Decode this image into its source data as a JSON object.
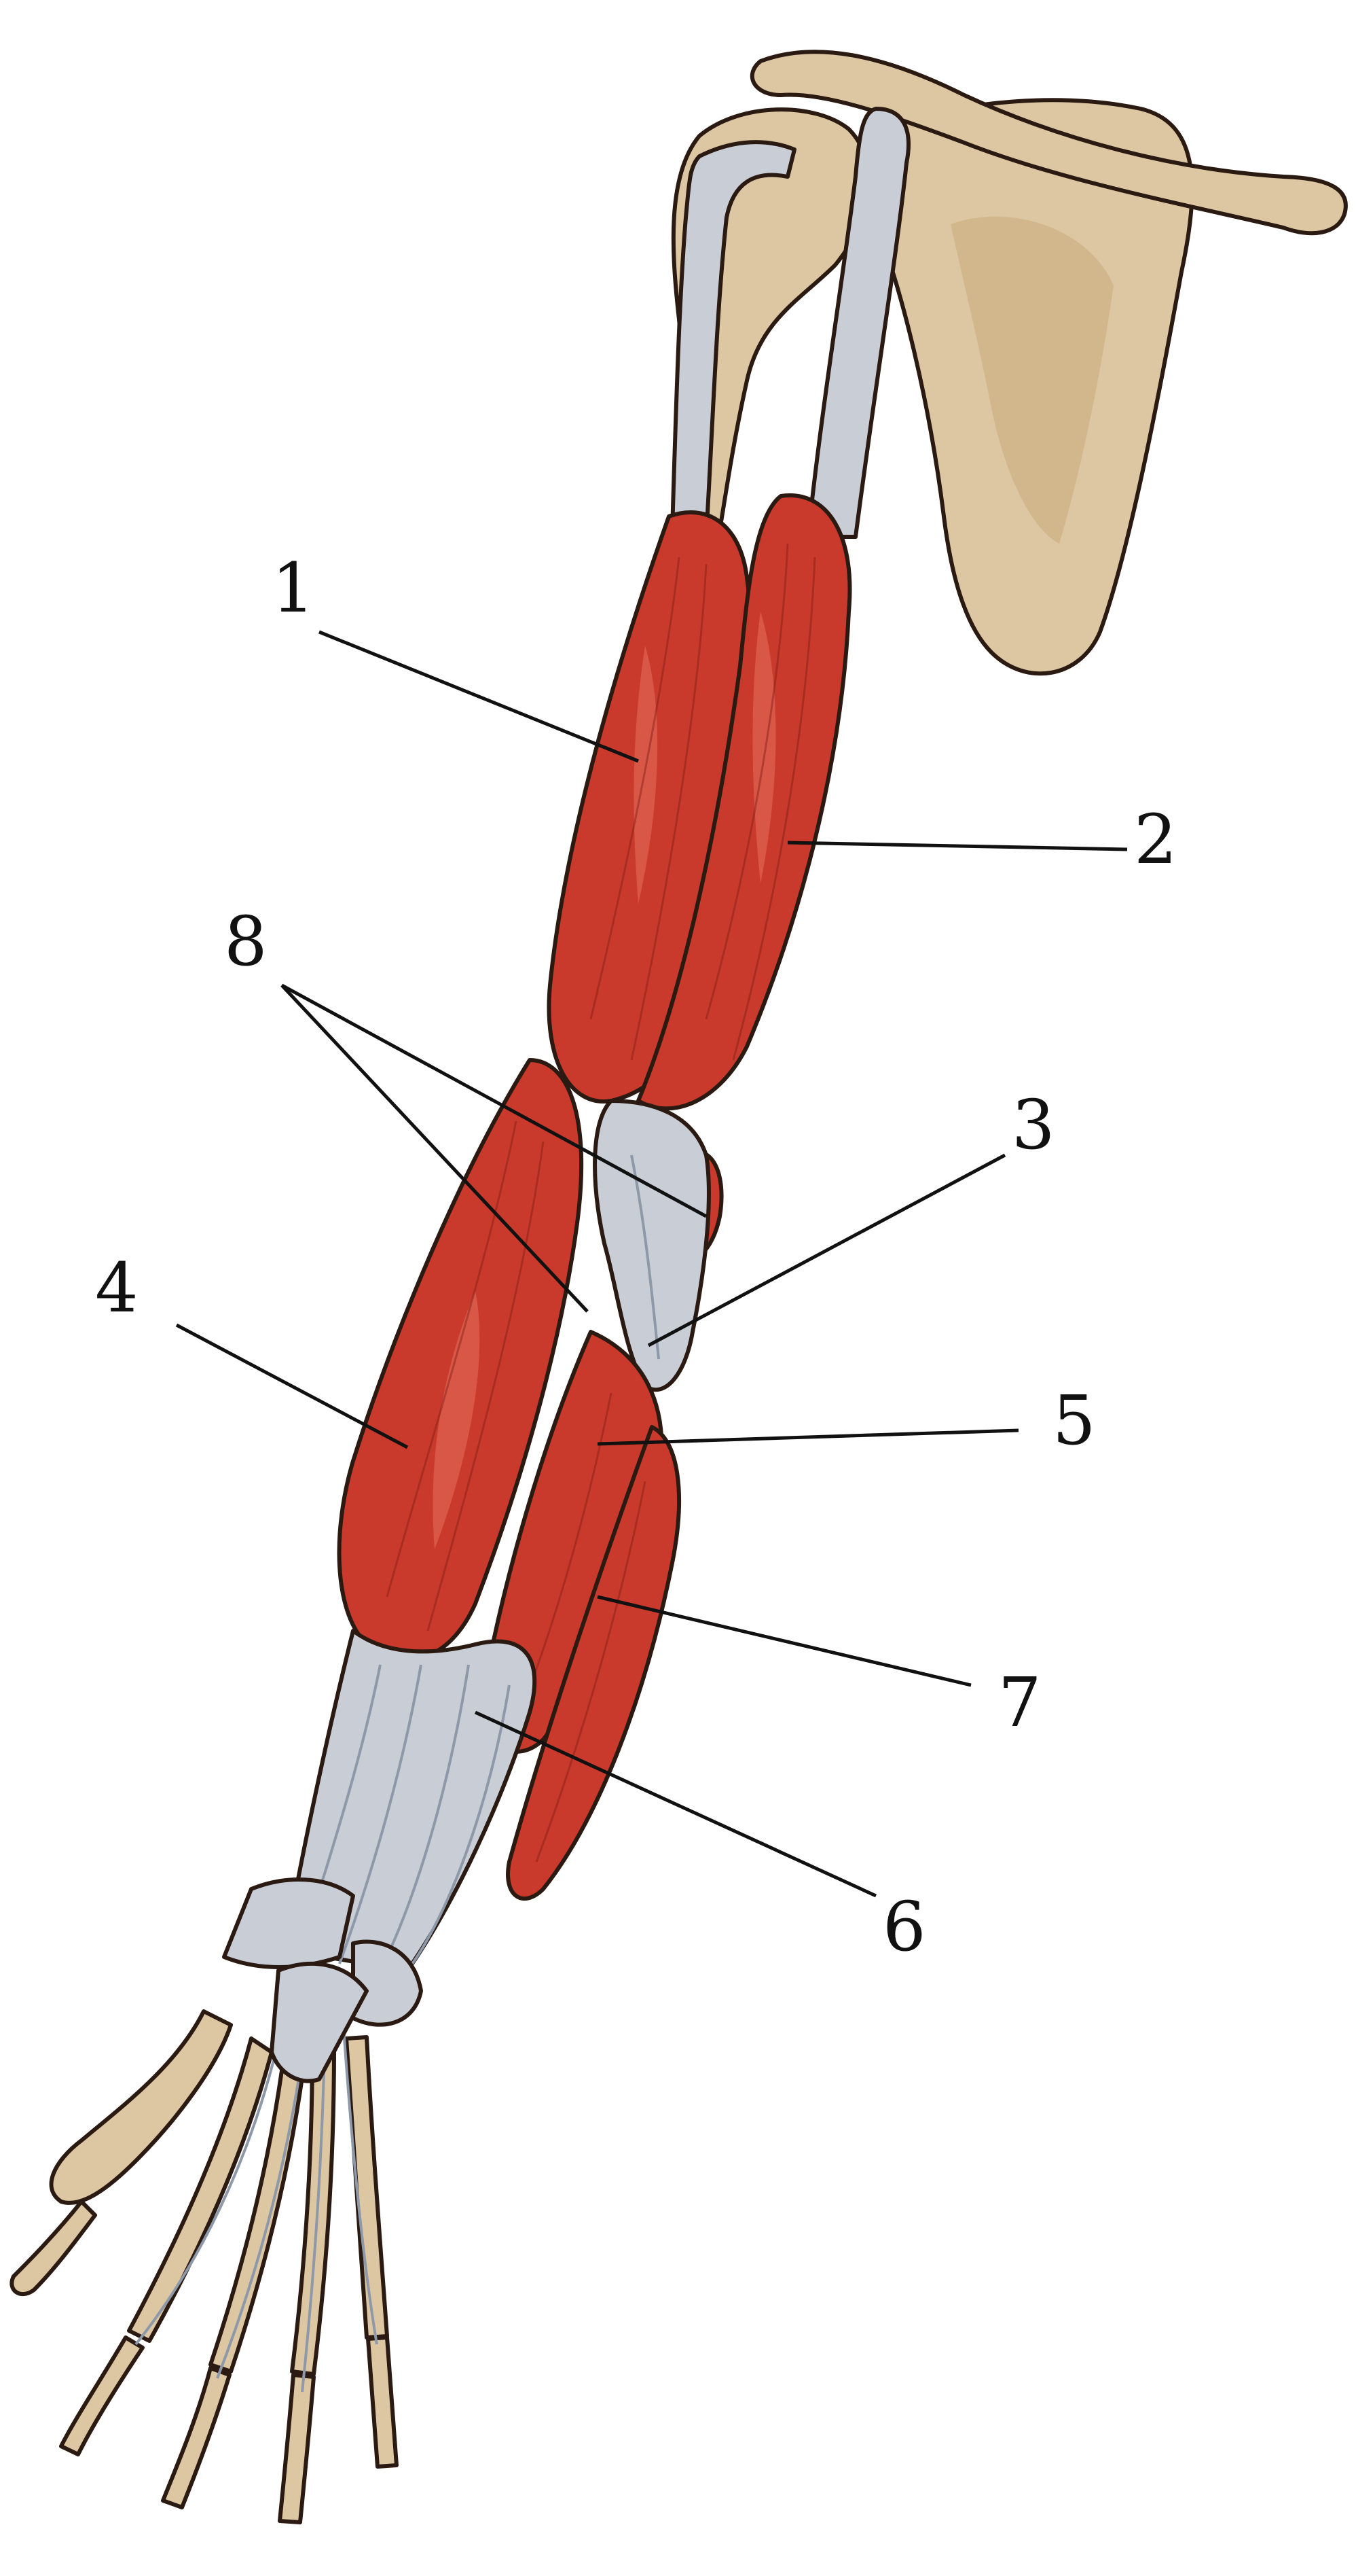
{
  "figure": {
    "labels": [
      "1",
      "2",
      "3",
      "4",
      "5",
      "6",
      "7",
      "8"
    ]
  },
  "colors": {
    "muscle": "#c93a2c",
    "bone": "#ddc7a3",
    "tendon": "#c9ced6",
    "outline": "#2a1a12"
  }
}
